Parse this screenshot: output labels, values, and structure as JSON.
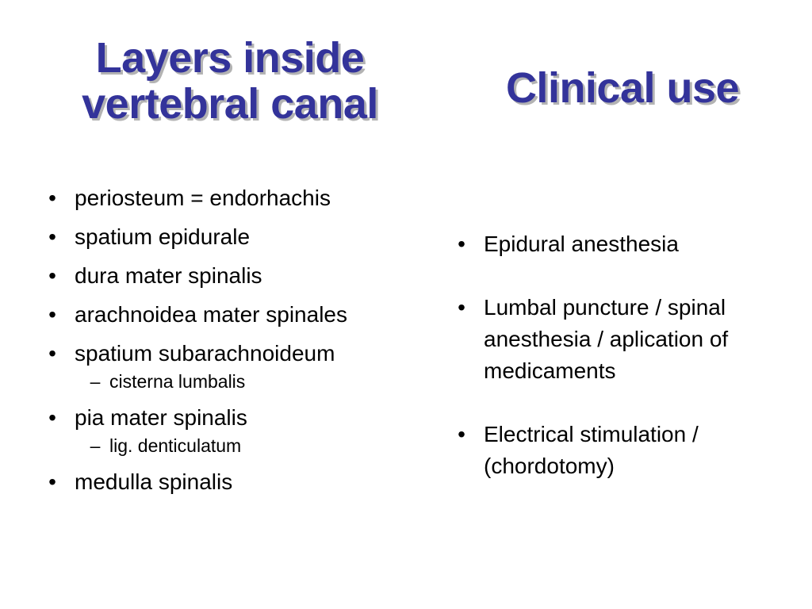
{
  "left": {
    "title_line1": "Layers inside",
    "title_line2": "vertebral canal",
    "bullet_symbol": "•",
    "sub_bullet_symbol": "–",
    "items": [
      "periosteum = endorhachis",
      "spatium epidurale",
      "dura mater spinalis",
      "arachnoidea mater spinales",
      "spatium subarachnoideum",
      "pia mater spinalis",
      "medulla spinalis"
    ],
    "sub_items": [
      "cisterna lumbalis",
      "lig. denticulatum"
    ]
  },
  "right": {
    "title": "Clinical use",
    "items": [
      "Epidural anesthesia",
      "Lumbal puncture / spinal anesthesia / aplication of medicaments",
      "Electrical stimulation / (chordotomy)"
    ]
  },
  "colors": {
    "title": "#33339a",
    "title_shadow": "#b3b3b3",
    "text": "#000000",
    "background": "#ffffff"
  }
}
